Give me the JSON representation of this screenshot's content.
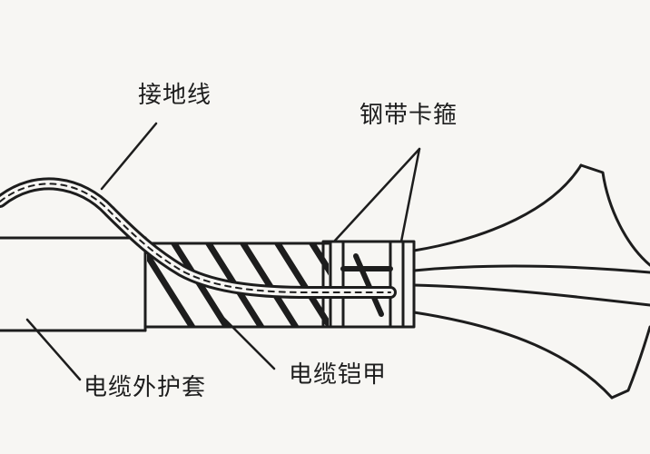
{
  "labels": {
    "ground_wire": "接地线",
    "steel_band_clamp": "钢带卡箍",
    "cable_outer_sheath": "电缆外护套",
    "cable_armor": "电缆铠甲"
  },
  "colors": {
    "background": "#f7f6f3",
    "ink": "#1d1d1d"
  }
}
